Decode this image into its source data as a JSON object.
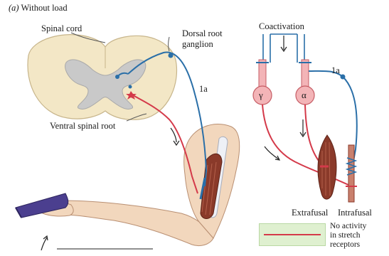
{
  "panel": {
    "letter": "(a)",
    "title": "Without load"
  },
  "labels": {
    "spinal_cord": "Spinal cord",
    "dorsal_root_ganglion_line1": "Dorsal root",
    "dorsal_root_ganglion_line2": "ganglion",
    "fiber_1a_left": "1a",
    "ventral_spinal_root": "Ventral spinal root",
    "coactivation": "Coactivation",
    "gamma": "γ",
    "alpha": "α",
    "fiber_1a_right": "1a",
    "extrafusal": "Extrafusal",
    "intrafusal": "Intrafusal"
  },
  "legend": {
    "line1": "No activity",
    "line2": "in stretch",
    "line3": "receptors"
  },
  "colors": {
    "sensory_fiber": "#2a6fa8",
    "motor_fiber": "#d43a4a",
    "spinal_white_matter": "#f3e7c6",
    "spinal_gray_matter": "#c9c9c9",
    "muscle": "#8a3a2a",
    "skin": "#f2d7bd",
    "tray": "#4b3f8f",
    "legend_bg": "#dff0d0"
  }
}
